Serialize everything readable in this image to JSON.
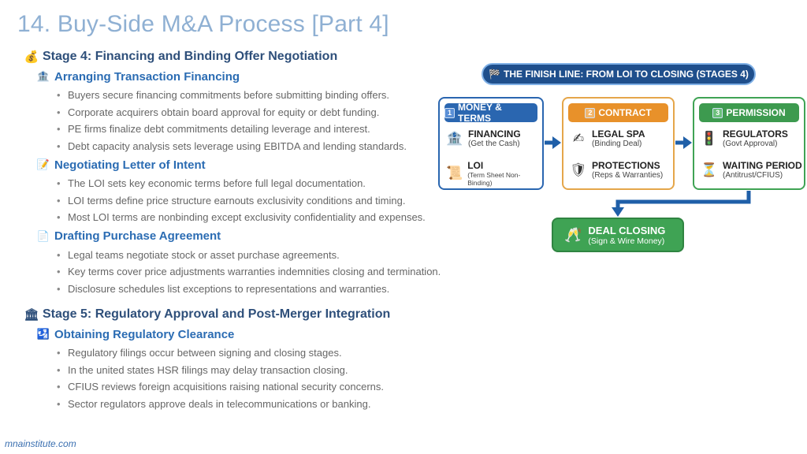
{
  "title": "14. Buy-Side M&A Process [Part 4]",
  "stages": [
    {
      "icon": "money-bag-icon",
      "glyph": "💰",
      "label": "Stage 4: Financing and Binding Offer Negotiation",
      "sections": [
        {
          "icon": "bank-icon",
          "glyph": "🏦",
          "label": "Arranging Transaction Financing",
          "bullets": [
            "Buyers secure financing commitments before submitting binding offers.",
            "Corporate acquirers obtain board approval for equity or debt funding.",
            "PE firms finalize debt commitments detailing leverage and interest.",
            "Debt capacity analysis sets leverage using EBITDA and lending standards."
          ]
        },
        {
          "icon": "memo-icon",
          "glyph": "📝",
          "label": "Negotiating Letter of Intent",
          "bullets": [
            "The LOI sets key economic terms before full legal documentation.",
            "LOI terms define price structure earnouts exclusivity conditions and timing.",
            "Most LOI terms are nonbinding except exclusivity confidentiality and expenses."
          ]
        },
        {
          "icon": "document-icon",
          "glyph": "📄",
          "label": "Drafting Purchase Agreement",
          "bullets": [
            "Legal teams negotiate stock or asset purchase agreements.",
            "Key terms cover price adjustments warranties indemnities closing and termination.",
            "Disclosure schedules list exceptions to representations and warranties."
          ]
        }
      ]
    },
    {
      "icon": "classical-building-icon",
      "glyph": "🏛",
      "label": "Stage 5: Regulatory Approval and Post-Merger Integration",
      "sections": [
        {
          "icon": "passport-control-icon",
          "glyph": "🛂",
          "label": "Obtaining Regulatory Clearance",
          "bullets": [
            "Regulatory filings occur between signing and closing stages.",
            "In the united states HSR filings may delay transaction closing.",
            "CFIUS reviews foreign acquisitions raising national security concerns.",
            "Sector regulators approve deals in telecommunications or banking."
          ]
        }
      ]
    }
  ],
  "footer": "mnainstitute.com",
  "diagram": {
    "banner": "THE FINISH LINE: FROM LOI TO CLOSING (STAGES 4)",
    "banner_icon": "checkered-flag-icon",
    "cards": [
      {
        "num": "1",
        "title": "MONEY & TERMS",
        "color": "#2a66b0",
        "items": [
          {
            "icon": "bank-icon",
            "glyph": "🏦",
            "label": "FINANCING",
            "sub": "(Get the Cash)"
          },
          {
            "icon": "scroll-icon",
            "glyph": "📜",
            "label": "LOI",
            "sub": "(Term Sheet Non-Binding)"
          }
        ]
      },
      {
        "num": "2",
        "title": "CONTRACT",
        "color": "#e8912a",
        "items": [
          {
            "icon": "signing-hand-icon",
            "glyph": "✍",
            "label": "LEGAL SPA",
            "sub": "(Binding Deal)"
          },
          {
            "icon": "shield-icon",
            "glyph": "🛡",
            "label": "PROTECTIONS",
            "sub": "(Reps & Warranties)"
          }
        ]
      },
      {
        "num": "3",
        "title": "PERMISSION",
        "color": "#3d9a4f",
        "items": [
          {
            "icon": "traffic-light-icon",
            "glyph": "🚦",
            "label": "REGULATORS",
            "sub": "(Govt Approval)"
          },
          {
            "icon": "hourglass-icon",
            "glyph": "⏳",
            "label": "WAITING PERIOD",
            "sub": "(Antitrust/CFIUS)"
          }
        ]
      }
    ],
    "closing": {
      "icon": "champagne-glasses-icon",
      "glyph": "🥂",
      "label": "DEAL CLOSING",
      "sub": "(Sign & Wire Money)"
    }
  }
}
